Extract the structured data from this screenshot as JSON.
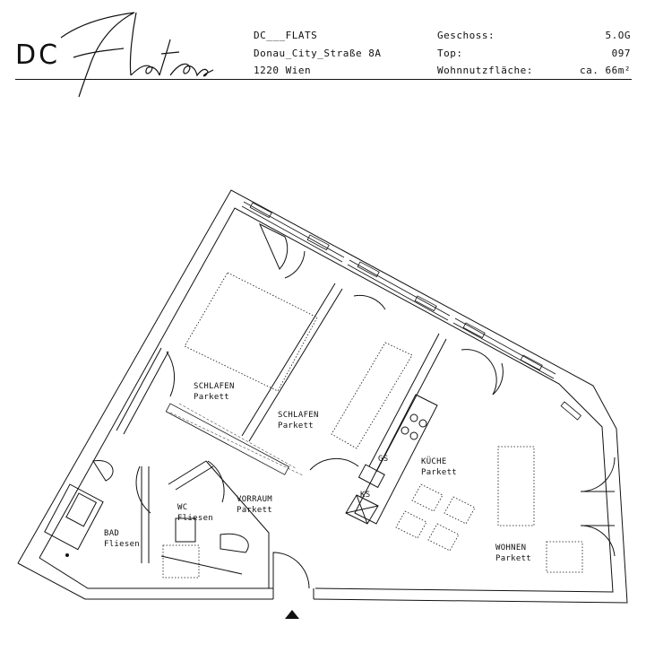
{
  "header": {
    "logo_dc": "DC",
    "logo_script": "Flats",
    "project": "DC___FLATS",
    "street": "Donau_City_Straße 8A",
    "city": "1220 Wien",
    "labels": {
      "floor": "Geschoss:",
      "top": "Top:",
      "area": "Wohnnutzfläche:"
    },
    "values": {
      "floor": "5.OG",
      "top": "097",
      "area": "ca. 66m²"
    }
  },
  "rooms": {
    "bedroom1": {
      "name": "SCHLAFEN",
      "floor": "Parkett"
    },
    "bedroom2": {
      "name": "SCHLAFEN",
      "floor": "Parkett"
    },
    "kitchen": {
      "name": "KÜCHE",
      "floor": "Parkett"
    },
    "living": {
      "name": "WOHNEN",
      "floor": "Parkett"
    },
    "hall": {
      "name": "VORRAUM",
      "floor": "Parkett"
    },
    "wc": {
      "name": "WC",
      "floor": "Fliesen"
    },
    "bath": {
      "name": "BAD",
      "floor": "Fliesen"
    }
  },
  "fixtures": {
    "dishwasher": "GS",
    "fridge": "KS"
  }
}
